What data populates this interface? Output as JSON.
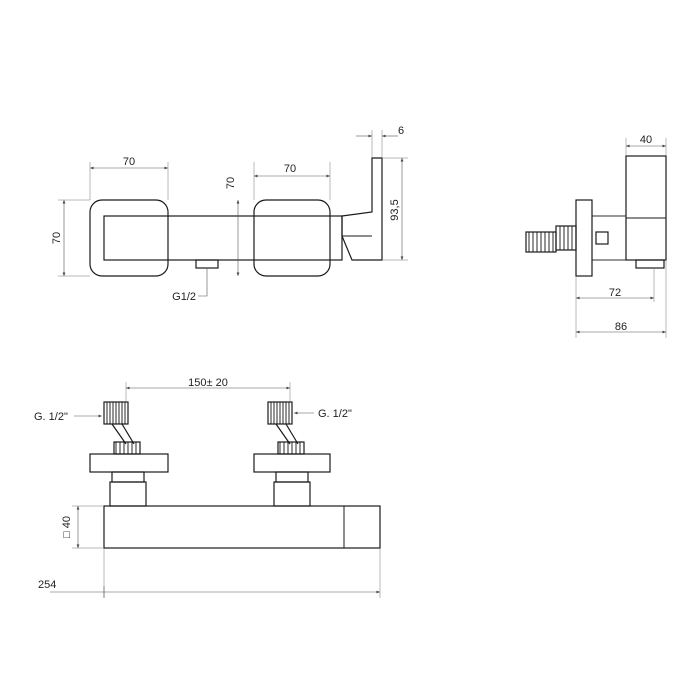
{
  "views": {
    "front": {
      "label_left_knob_width": "70",
      "label_right_knob_width": "70",
      "label_height_left": "70",
      "label_height_mid": "70",
      "label_outlet": "G1/2",
      "label_spout_thickness": "6",
      "label_total_height": "93,5"
    },
    "side": {
      "label_top_width": "40",
      "label_depth_72": "72",
      "label_depth_86": "86"
    },
    "bottom": {
      "label_spacing": "150±  20",
      "label_left_inlet": "G. 1/2\"",
      "label_right_inlet": "G. 1/2\"",
      "label_body_square": "□ 40",
      "label_total_length": "254"
    }
  }
}
